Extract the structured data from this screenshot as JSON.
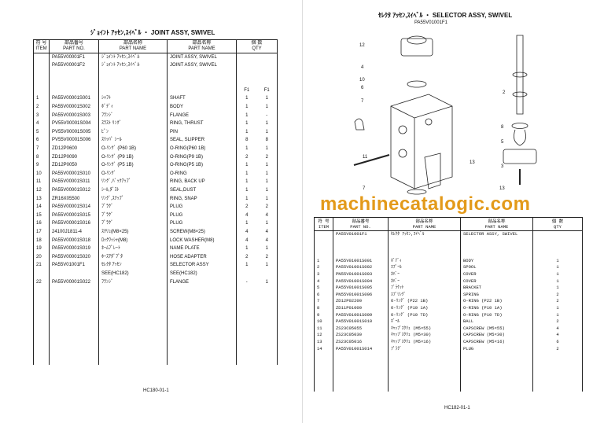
{
  "left": {
    "title": "ｼﾞｮｲﾝﾄ ｱｯｾﾝ,ｽｲﾍﾞﾙ ・ JOINT ASSY, SWIVEL",
    "headers": {
      "item_jp": "符 号",
      "item": "ITEM",
      "part_no_jp": "部品番号",
      "part_no": "PART NO.",
      "name_jp": "部品名称",
      "name": "PART NAME",
      "name2_jp": "部品名称",
      "name2": "PART NAME",
      "qty_jp": "個 数",
      "qty": "QTY"
    },
    "rows": [
      {
        "item": "",
        "part": "PA55V00001F1",
        "jp": "ｼﾞｮｲﾝﾄ ｱｯｾﾝ,ｽｲﾍﾞﾙ",
        "en": "JOINT ASSY, SWIVEL",
        "q1": "",
        "q2": ""
      },
      {
        "item": "",
        "part": "PA55V00001F2",
        "jp": "ｼﾞｮｲﾝﾄ ｱｯｾﾝ,ｽｲﾍﾞﾙ",
        "en": "JOINT ASSY, SWIVEL",
        "q1": "",
        "q2": ""
      },
      {
        "item": "",
        "part": "",
        "jp": "",
        "en": "",
        "q1": "",
        "q2": ""
      },
      {
        "item": "",
        "part": "",
        "jp": "",
        "en": "",
        "q1": "",
        "q2": ""
      },
      {
        "item": "",
        "part": "",
        "jp": "",
        "en": "",
        "q1": "F1",
        "q2": "F1"
      },
      {
        "item": "1",
        "part": "PA55V00001S001",
        "jp": "ｼｬﾌﾄ",
        "en": "SHAFT",
        "q1": "1",
        "q2": "1"
      },
      {
        "item": "2",
        "part": "PA55V00001S002",
        "jp": "ﾎﾞﾃﾞｨ",
        "en": "BODY",
        "q1": "1",
        "q2": "1"
      },
      {
        "item": "3",
        "part": "PA55V00001S003",
        "jp": "ﾌﾗﾝｼﾞ",
        "en": "FLANGE",
        "q1": "1",
        "q2": "-"
      },
      {
        "item": "4",
        "part": "PV55V00001S004",
        "jp": "ｽﾗｽﾄ ﾘﾝｸﾞ",
        "en": "RING, THRUST",
        "q1": "1",
        "q2": "1"
      },
      {
        "item": "5",
        "part": "PV55V00001S005",
        "jp": "ﾋﾟﾝ",
        "en": "PIN",
        "q1": "1",
        "q2": "1"
      },
      {
        "item": "6",
        "part": "PV55V00001S006",
        "jp": "ｽﾘｯﾊﾟ ｼｰﾙ",
        "en": "SEAL, SLIPPER",
        "q1": "8",
        "q2": "8"
      },
      {
        "item": "7",
        "part": "ZD12P0600",
        "jp": "O-ﾘﾝｸﾞ (P60 1B)",
        "en": "O-RING(P60 1B)",
        "q1": "1",
        "q2": "1"
      },
      {
        "item": "8",
        "part": "ZD12P0090",
        "jp": "O-ﾘﾝｸﾞ (P9 1B)",
        "en": "O-RING(P9 1B)",
        "q1": "2",
        "q2": "2"
      },
      {
        "item": "9",
        "part": "ZD12P0050",
        "jp": "O-ﾘﾝｸﾞ (P5 1B)",
        "en": "O-RING(P5 1B)",
        "q1": "1",
        "q2": "1"
      },
      {
        "item": "10",
        "part": "PA55V00001S010",
        "jp": "O-ﾘﾝｸﾞ",
        "en": "O-RING",
        "q1": "1",
        "q2": "1"
      },
      {
        "item": "11",
        "part": "PA55V00001S011",
        "jp": "ﾘﾝｸﾞ,ﾊﾞｯｸｱｯﾌﾟ",
        "en": "RING, BACK UP",
        "q1": "1",
        "q2": "1"
      },
      {
        "item": "12",
        "part": "PA55V00001S012",
        "jp": "ｼｰﾙ,ﾀﾞｽﾄ",
        "en": "SEAL,DUST",
        "q1": "1",
        "q2": "1"
      },
      {
        "item": "13",
        "part": "ZR16X05500",
        "jp": "ﾘﾝｸﾞ,ｽﾅｯﾌﾟ",
        "en": "RING, SNAP",
        "q1": "1",
        "q2": "1"
      },
      {
        "item": "14",
        "part": "PA55V00001S014",
        "jp": "ﾌﾟﾗｸﾞ",
        "en": "PLUG",
        "q1": "2",
        "q2": "2"
      },
      {
        "item": "15",
        "part": "PA55V00001S015",
        "jp": "ﾌﾟﾗｸﾞ",
        "en": "PLUG",
        "q1": "4",
        "q2": "4"
      },
      {
        "item": "16",
        "part": "PA55V00001S016",
        "jp": "ﾌﾟﾗｸﾞ",
        "en": "PLUG",
        "q1": "1",
        "q2": "1"
      },
      {
        "item": "17",
        "part": "24100J1811-4",
        "jp": "ｽｸﾘｭ(M8×25)",
        "en": "SCREW(M8×25)",
        "q1": "4",
        "q2": "4"
      },
      {
        "item": "18",
        "part": "PA55V00001S018",
        "jp": "ﾛｯｸﾜｯｼｬ(M8)",
        "en": "LOCK WASHER(M8)",
        "q1": "4",
        "q2": "4"
      },
      {
        "item": "19",
        "part": "PA55V00001S019",
        "jp": "ﾈｰﾑﾌﾟﾚｰﾄ",
        "en": "NAME PLATE",
        "q1": "1",
        "q2": "1"
      },
      {
        "item": "20",
        "part": "PA55V00001S020",
        "jp": "ﾎｰｽｱﾀﾞﾌﾟﾀ",
        "en": "HOSE ADAPTER",
        "q1": "2",
        "q2": "2"
      },
      {
        "item": "21",
        "part": "PA55V01001F1",
        "jp": "ｾﾚｸﾀ ｱｯｾﾝ",
        "en": "SELECTOR ASSY",
        "q1": "1",
        "q2": "1"
      },
      {
        "item": "",
        "part": "",
        "jp": "SEE(HC182)",
        "en": "SEE(HC182)",
        "q1": "",
        "q2": ""
      },
      {
        "item": "22",
        "part": "PA55V00001S022",
        "jp": "ﾌﾗﾝｼﾞ",
        "en": "FLANGE",
        "q1": "-",
        "q2": "1"
      }
    ],
    "footer": "HC180-01-1"
  },
  "right": {
    "title": "ｾﾚｸﾀ ｱｯｾﾝ,ｽｲﾍﾞﾙ ・ SELECTOR ASSY, SWIVEL",
    "subtitle": "PA55V01001F1",
    "callouts": [
      "12",
      "4",
      "10",
      "6",
      "7",
      "2",
      "8",
      "5",
      "3",
      "11",
      "13",
      "7",
      "13"
    ],
    "headers": {
      "item_jp": "符 号",
      "item": "ITEM",
      "part_no_jp": "部品番号",
      "part_no": "PART NO.",
      "name_jp": "部品名称",
      "name": "PART NAME",
      "name2_jp": "部品名称",
      "name2": "PART NAME",
      "qty_jp": "個 数",
      "qty": "QTY"
    },
    "rows": [
      {
        "item": "",
        "part": "PA55V01001F1",
        "jp": "ｾﾚｸﾀ ｱｯｾﾝ,ｽｲﾍﾞﾙ",
        "en": "SELECTOR ASSY, SWIVEL",
        "q": ""
      },
      {
        "item": "",
        "part": "",
        "jp": "",
        "en": "",
        "q": ""
      },
      {
        "item": "",
        "part": "",
        "jp": "",
        "en": "",
        "q": ""
      },
      {
        "item": "",
        "part": "",
        "jp": "",
        "en": "",
        "q": ""
      },
      {
        "item": "1",
        "part": "PA55V01001S001",
        "jp": "ﾎﾞﾃﾞｨ",
        "en": "BODY",
        "q": "1"
      },
      {
        "item": "2",
        "part": "PA55V01001S002",
        "jp": "ｽﾌﾟｰﾙ",
        "en": "SPOOL",
        "q": "1"
      },
      {
        "item": "3",
        "part": "PN55V01001S003",
        "jp": "ｶﾊﾞｰ",
        "en": "COVER",
        "q": "1"
      },
      {
        "item": "4",
        "part": "PA55V01001S004",
        "jp": "ｶﾊﾞｰ",
        "en": "COVER",
        "q": "1"
      },
      {
        "item": "5",
        "part": "PA55V01001S005",
        "jp": "ﾌﾞﾗｹｯﾄ",
        "en": "BRACKET",
        "q": "1"
      },
      {
        "item": "6",
        "part": "PN55V01001S006",
        "jp": "ｽﾌﾟﾘﾝｸﾞ",
        "en": "SPRING",
        "q": "2"
      },
      {
        "item": "7",
        "part": "ZD12P02200",
        "jp": "O-ﾘﾝｸﾞ (P22 1B)",
        "en": "O-RING (P22 1B)",
        "q": "2"
      },
      {
        "item": "8",
        "part": "ZD11P01000",
        "jp": "O-ﾘﾝｸﾞ (P10 1A)",
        "en": "O-RING (P10 1A)",
        "q": "1"
      },
      {
        "item": "9",
        "part": "PA55V01001S009",
        "jp": "O-ﾘﾝｸﾞ (P10 TD)",
        "en": "O-RING (P10 TD)",
        "q": "1"
      },
      {
        "item": "10",
        "part": "PA55V01001S010",
        "jp": "ﾎﾞｰﾙ",
        "en": "BALL",
        "q": "2"
      },
      {
        "item": "11",
        "part": "ZS23C05055",
        "jp": "ｷｬｯﾌﾟｽｸﾘｭ (M5×55)",
        "en": "CAPSCREW (M5×55)",
        "q": "4"
      },
      {
        "item": "12",
        "part": "ZS23C05030",
        "jp": "ｷｬｯﾌﾟｽｸﾘｭ (M5×30)",
        "en": "CAPSCREW (M5×30)",
        "q": "4"
      },
      {
        "item": "13",
        "part": "ZS23C05016",
        "jp": "ｷｬｯﾌﾟｽｸﾘｭ (M5×16)",
        "en": "CAPSCREW (M5×16)",
        "q": "6"
      },
      {
        "item": "14",
        "part": "PA55V01001S014",
        "jp": "ﾌﾟﾗｸﾞ",
        "en": "PLUG",
        "q": "2"
      }
    ],
    "footer": "HC182-01-1"
  },
  "watermark": "machinecatalogic.com"
}
